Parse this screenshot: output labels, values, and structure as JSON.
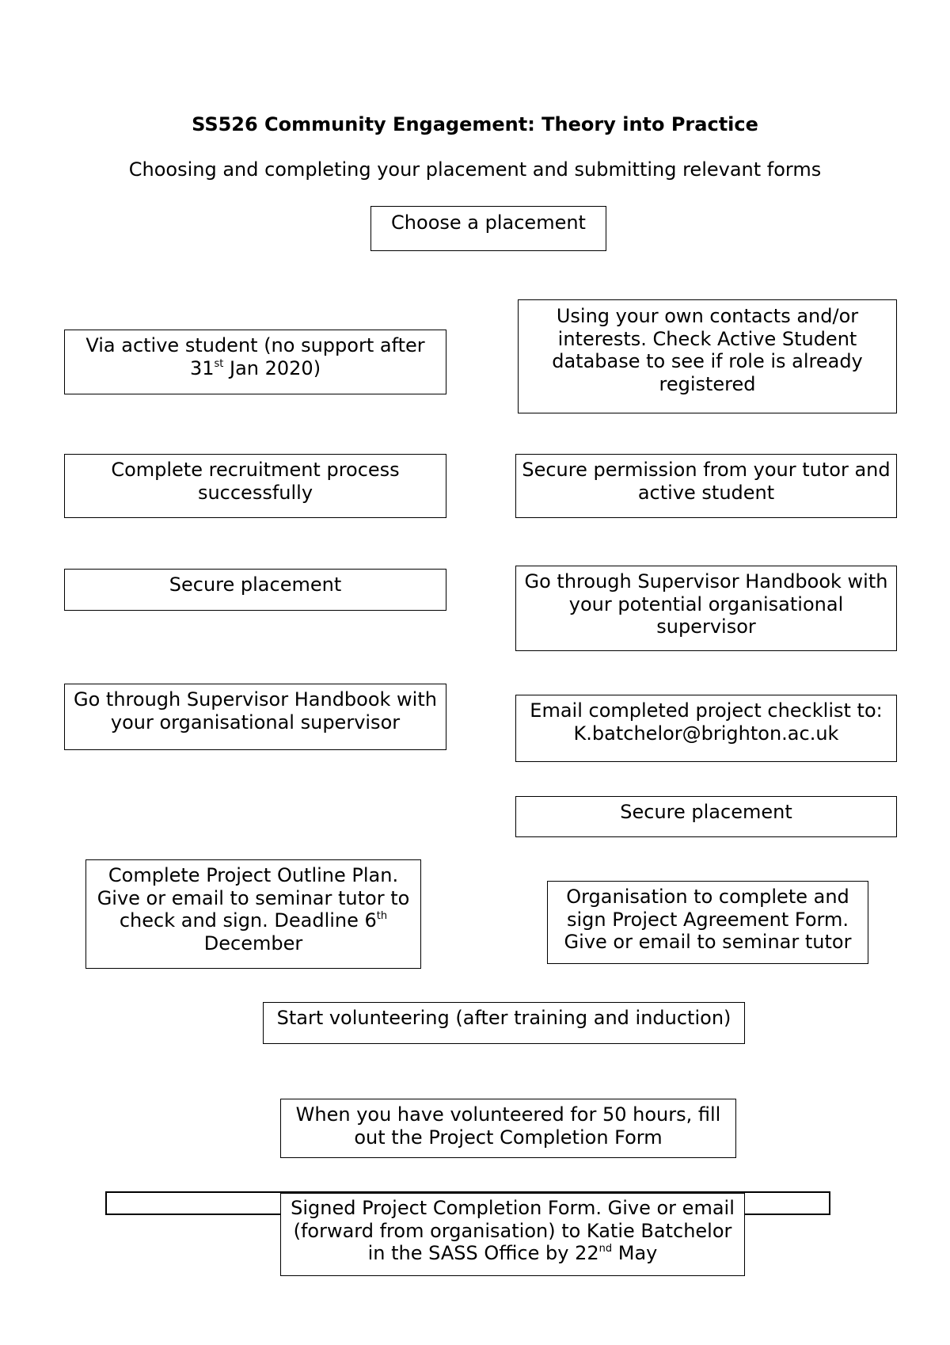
{
  "document": {
    "title": "SS526 Community Engagement: Theory into Practice",
    "subtitle": "Choosing and completing your placement and submitting relevant forms"
  },
  "flowchart": {
    "start": "Choose a placement",
    "left": {
      "active_student_main": "Via active student (no support after 31",
      "active_student_sup": "st",
      "active_student_tail": " Jan 2020)",
      "recruitment": "Complete recruitment process successfully",
      "secure": "Secure placement",
      "handbook": "Go through Supervisor Handbook with your organisational supervisor",
      "outline_main": "Complete Project Outline Plan. Give or email to seminar tutor to check and sign. Deadline 6",
      "outline_sup": "th",
      "outline_tail": " December"
    },
    "right": {
      "own_contacts": "Using your own contacts and/or interests. Check Active Student database to see if role is already registered",
      "permission": "Secure permission from your tutor and active student",
      "handbook": "Go through Supervisor Handbook with your potential organisational supervisor",
      "email_checklist": "Email completed project checklist to: K.batchelor@brighton.ac.uk",
      "secure": "Secure placement",
      "agreement": "Organisation to complete and sign Project Agreement Form. Give or email to seminar tutor"
    },
    "start_volunteering": "Start volunteering (after training and induction)",
    "fifty_hours": "When you have volunteered for 50 hours, fill out the Project Completion Form",
    "final_main": "Signed Project Completion Form. Give or email (forward from organisation) to Katie Batchelor in the SASS Office by 22",
    "final_sup": "nd",
    "final_tail": " May"
  }
}
